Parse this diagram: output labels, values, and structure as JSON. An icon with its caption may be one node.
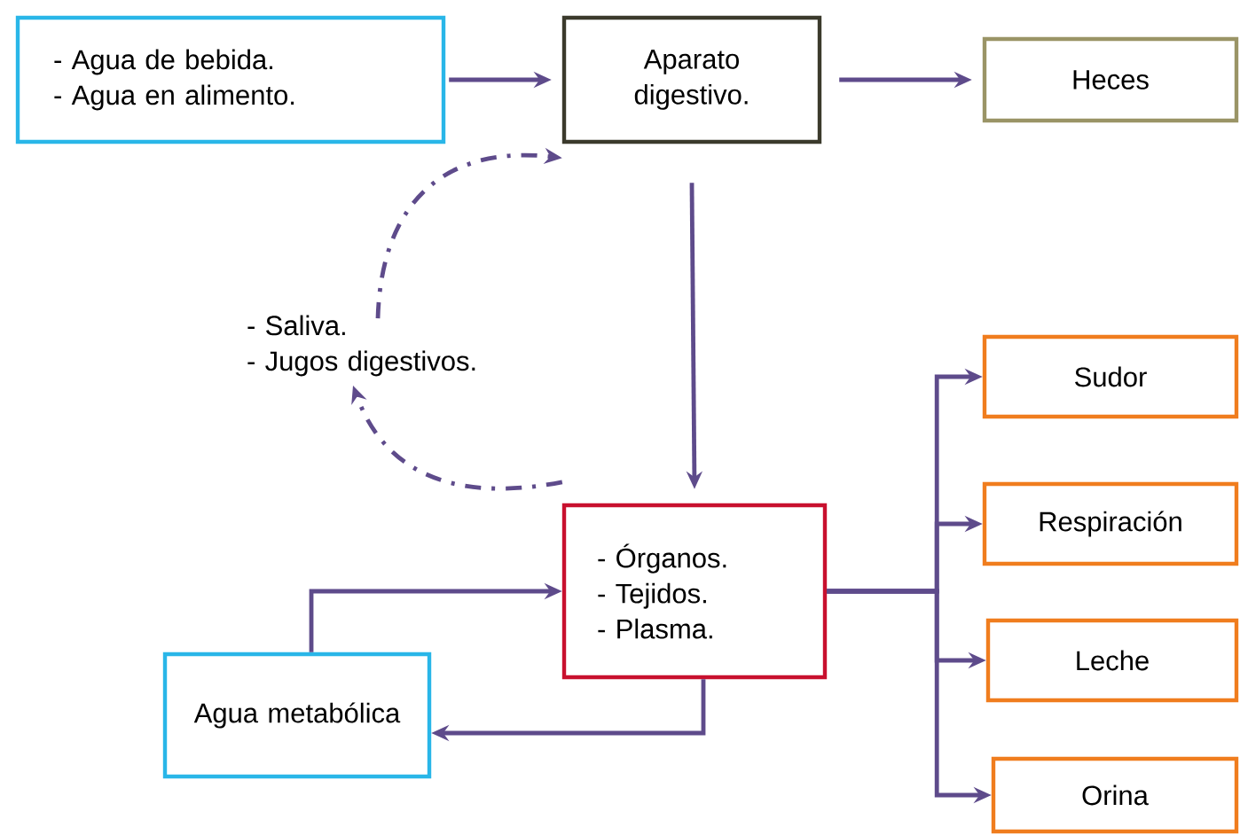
{
  "diagram": {
    "nodes": [
      {
        "text": [
          "- Agua de bebida.",
          "- Agua en alimento."
        ]
      },
      {
        "text": [
          "Aparato digestivo."
        ]
      },
      {
        "text": [
          "Heces"
        ]
      },
      {
        "text": [
          "- Saliva.",
          "- Jugos digestivos."
        ]
      },
      {
        "text": [
          "- Órganos.",
          "- Tejidos.",
          "- Plasma."
        ]
      },
      {
        "text": [
          "Agua metabólica"
        ]
      },
      {
        "text": [
          "Sudor"
        ]
      },
      {
        "text": [
          "Respiración"
        ]
      },
      {
        "text": [
          "Leche"
        ]
      },
      {
        "text": [
          "Orina"
        ]
      }
    ],
    "edges": [
      {
        "from": 0,
        "to": 1,
        "arrow": "to"
      },
      {
        "from": 1,
        "to": 2,
        "arrow": "to"
      },
      {
        "from": 1,
        "to": 4,
        "arrow": "to"
      },
      {
        "from": 4,
        "to": 3,
        "arrow": "to",
        "style": "dashed"
      },
      {
        "from": 3,
        "to": 1,
        "arrow": "to",
        "style": "dashed"
      },
      {
        "from": 5,
        "to": 4,
        "arrow": "to"
      },
      {
        "from": 4,
        "to": 5,
        "arrow": "to"
      },
      {
        "from": 4,
        "to": 6,
        "arrow": "to"
      },
      {
        "from": 4,
        "to": 7,
        "arrow": "to"
      },
      {
        "from": 4,
        "to": 8,
        "arrow": "to"
      },
      {
        "from": 4,
        "to": 9,
        "arrow": "to"
      }
    ]
  }
}
